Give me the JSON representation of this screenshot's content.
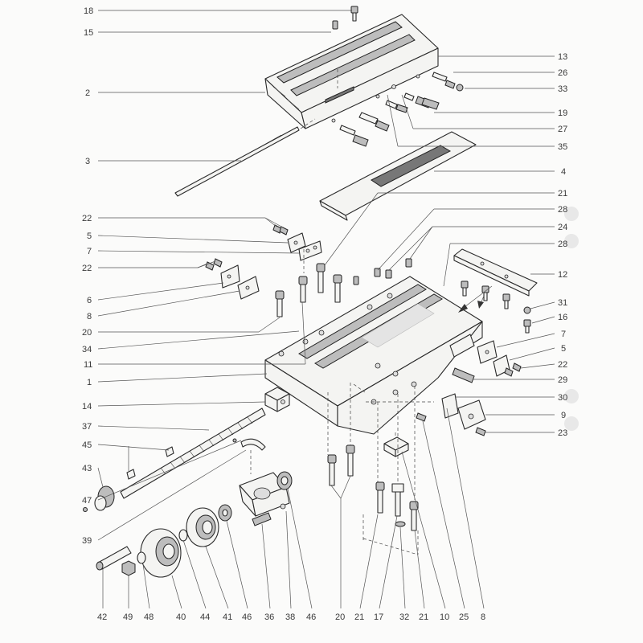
{
  "labels": {
    "l18": "18",
    "l15": "15",
    "l2": "2",
    "l3": "3",
    "l22a": "22",
    "l5a": "5",
    "l7a": "7",
    "l22b": "22",
    "l6": "6",
    "l8": "8",
    "l20a": "20",
    "l34": "34",
    "l11": "11",
    "l1": "1",
    "l14": "14",
    "l37": "37",
    "l45": "45",
    "l43": "43",
    "l47": "47",
    "l39": "39",
    "l13": "13",
    "l26": "26",
    "l33": "33",
    "l19": "19",
    "l27": "27",
    "l35": "35",
    "l4": "4",
    "l21a": "21",
    "l28a": "28",
    "l24": "24",
    "l28b": "28",
    "l12": "12",
    "l31": "31",
    "l16": "16",
    "l7b": "7",
    "l5b": "5",
    "l22c": "22",
    "l29": "29",
    "l30": "30",
    "l9": "9",
    "l23": "23",
    "b42": "42",
    "b49": "49",
    "b48": "48",
    "b40": "40",
    "b44": "44",
    "b41": "41",
    "b46a": "46",
    "b36": "36",
    "b38": "38",
    "b46b": "46",
    "b20": "20",
    "b21a": "21",
    "b17": "17",
    "b32": "32",
    "b21b": "21",
    "b10": "10",
    "b25": "25",
    "b8": "8"
  }
}
